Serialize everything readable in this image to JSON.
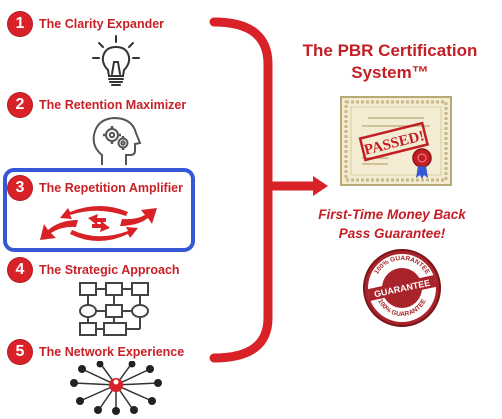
{
  "steps": [
    {
      "number": "1",
      "label": "The Clarity Expander",
      "icon": "light-bulb-icon"
    },
    {
      "number": "2",
      "label": "The Retention Maximizer",
      "icon": "head-gears-icon"
    },
    {
      "number": "3",
      "label": "The Repetition Amplifier",
      "icon": "circular-arrows-icon"
    },
    {
      "number": "4",
      "label": "The Strategic Approach",
      "icon": "flowchart-icon"
    },
    {
      "number": "5",
      "label": "The Network Experience",
      "icon": "network-people-icon"
    }
  ],
  "highlighted_step": "3",
  "title_line1": "The PBR Certification",
  "title_line2": "System™",
  "certificate": {
    "stamp_text": "PASSED!"
  },
  "guarantee_line1": "First-Time Money Back",
  "guarantee_line2": "Pass Guarantee!",
  "seal": {
    "top_text": "100% GUARANTEE",
    "center_text": "GUARANTEE",
    "bottom_text": "100% GUARANTEE"
  },
  "colors": {
    "accent_red": "#d92128",
    "highlight_blue": "#3657d6"
  }
}
